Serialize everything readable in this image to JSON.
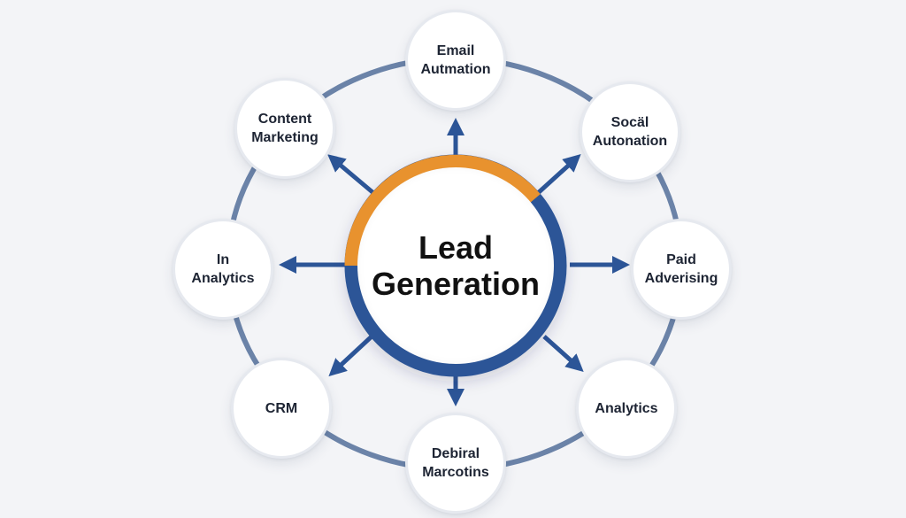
{
  "diagram": {
    "type": "hub-and-spoke",
    "center": {
      "label": "Lead\nGeneration",
      "ring_colors": {
        "top_segment": "#e8922e",
        "bottom_segment": "#2c5597"
      }
    },
    "nodes": [
      {
        "id": "email",
        "label": "Email\nAutmation"
      },
      {
        "id": "social",
        "label": "Socäl\nAutonation"
      },
      {
        "id": "paid",
        "label": "Paid\nAdverising"
      },
      {
        "id": "analytics",
        "label": "Analytics"
      },
      {
        "id": "debiral",
        "label": "Debiral\nMarcotins"
      },
      {
        "id": "crm",
        "label": "CRM"
      },
      {
        "id": "in-analytics",
        "label": "In\nAnalytics"
      },
      {
        "id": "content",
        "label": "Content\nMarketing"
      }
    ],
    "colors": {
      "background": "#f3f4f7",
      "orbit": "#6b83a8",
      "arrow": "#2c5597",
      "node_fill": "#ffffff",
      "text": "#1d2433"
    }
  }
}
